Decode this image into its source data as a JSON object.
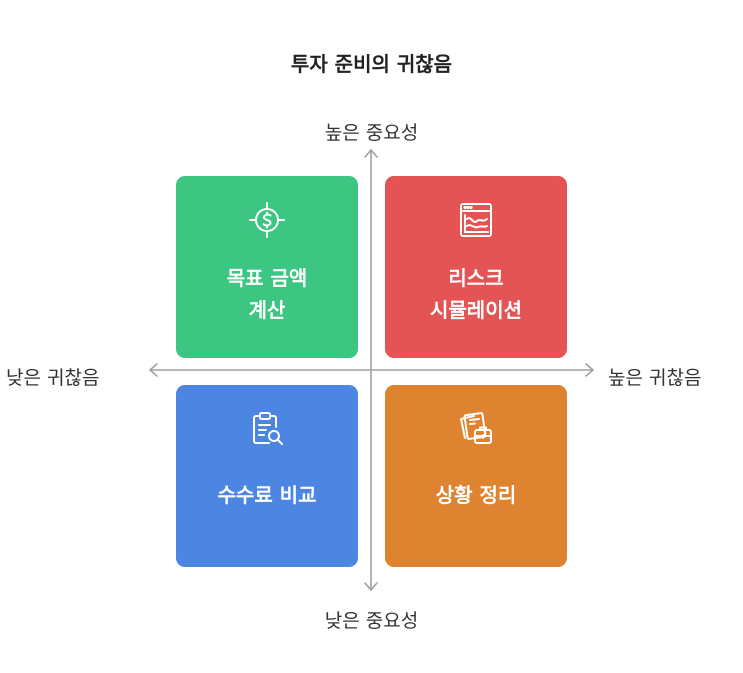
{
  "title": "투자 준비의 귀찮음",
  "axes": {
    "top": "높은 중요성",
    "bottom": "낮은 중요성",
    "left": "낮은 귀찮음",
    "right": "높은 귀찮음"
  },
  "quadrants": {
    "top_left": {
      "lines": [
        "목표 금액",
        "계산"
      ],
      "color": "#3dc681",
      "icon": "dollar-target-icon"
    },
    "top_right": {
      "lines": [
        "리스크",
        "시뮬레이션"
      ],
      "color": "#e55454",
      "icon": "chart-window-icon"
    },
    "bottom_left": {
      "lines": [
        "수수료 비교"
      ],
      "color": "#4d85e3",
      "icon": "clipboard-search-icon"
    },
    "bottom_right": {
      "lines": [
        "상황 정리"
      ],
      "color": "#de832f",
      "icon": "documents-briefcase-icon"
    }
  }
}
